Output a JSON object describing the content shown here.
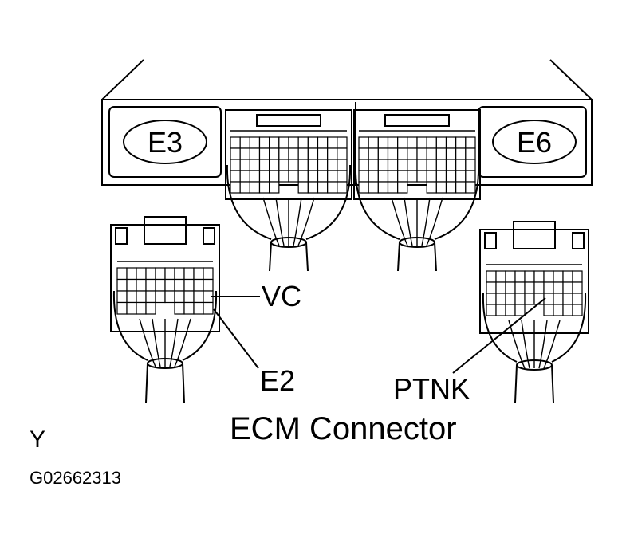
{
  "diagram": {
    "ecm_labels": [
      "E3",
      "E6"
    ],
    "pin_labels": {
      "vc": "VC",
      "e2": "E2",
      "ptnk": "PTNK"
    },
    "caption": "ECM Connector",
    "corner_letter": "Y",
    "figure_code": "G02662313"
  }
}
